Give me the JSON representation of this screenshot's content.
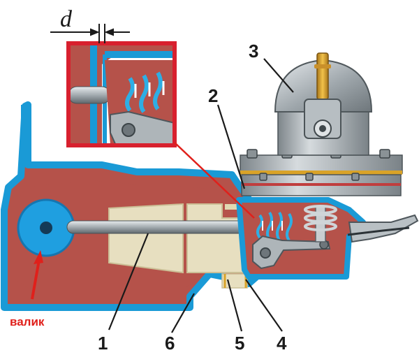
{
  "labels": {
    "dimension": "d",
    "shaft": "валик",
    "callouts": [
      "1",
      "2",
      "3",
      "4",
      "5",
      "6"
    ]
  },
  "colors": {
    "housing_fill": "#b5524a",
    "housing_outline": "#1a9ad6",
    "gasket": "#e7dfc0",
    "metal": "#9aa3a8",
    "brass": "#d9a328",
    "inset_frame": "#d8202e",
    "label_red": "#e0201b"
  }
}
